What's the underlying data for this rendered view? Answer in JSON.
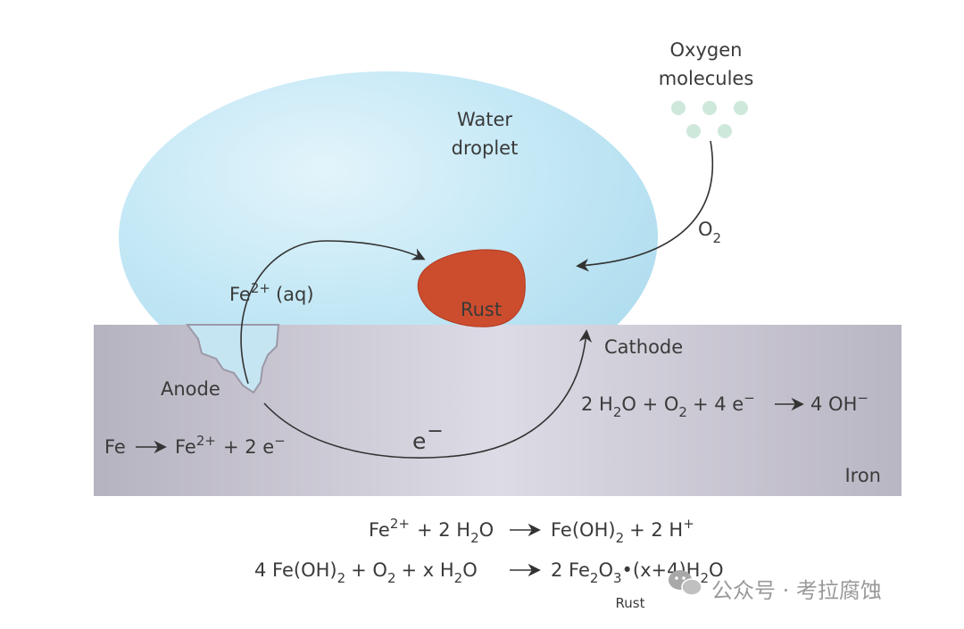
{
  "labels": {
    "oxygen_line1": "Oxygen",
    "oxygen_line2": "molecules",
    "water_line1": "Water",
    "water_line2": "droplet",
    "o2": "O",
    "o2_sub": "2",
    "fe_ion": "Fe",
    "fe_ion_sup": "2+",
    "fe_ion_aq": "(aq)",
    "rust": "Rust",
    "cathode": "Cathode",
    "anode": "Anode",
    "electron": "e",
    "electron_sup": "−",
    "iron": "Iron"
  },
  "equations": {
    "anode": {
      "fe": "Fe",
      "fe2": "Fe",
      "fe2_sup": "2+",
      "rest": "+ 2 e",
      "rest_sup": "−"
    },
    "cathode": {
      "p1": "2 H",
      "p1_sub": "2",
      "p2": "O + O",
      "p2_sub": "2",
      "p3": "+ 4 e",
      "p3_sup": "−",
      "product": "4 OH",
      "product_sup": "−"
    },
    "eq1": {
      "lhs_a": "Fe",
      "lhs_a_sup": "2+",
      "lhs_b": "+ 2 H",
      "lhs_b_sub": "2",
      "lhs_c": "O",
      "rhs_a": "Fe(OH)",
      "rhs_a_sub": "2",
      "rhs_b": "+ 2 H",
      "rhs_b_sup": "+"
    },
    "eq2": {
      "lhs_a": "4 Fe(OH)",
      "lhs_a_sub": "2",
      "lhs_b": "+ O",
      "lhs_b_sub": "2",
      "lhs_c": "+ x H",
      "lhs_c_sub": "2",
      "lhs_d": "O",
      "rhs_a": "2 Fe",
      "rhs_a_sub": "2",
      "rhs_b": "O",
      "rhs_b_sub": "3",
      "rhs_c": "•(x+4)H",
      "rhs_c_sub": "2",
      "rhs_d": "O",
      "rust_note": "Rust"
    }
  },
  "watermark": {
    "text": "公众号 · 考拉腐蚀",
    "icon": "wechat-icon"
  },
  "colors": {
    "water": "#bfe6f3",
    "iron_top": "#b7b3c0",
    "iron_mid": "#dcdae4",
    "rust": "#cc4d2e",
    "rust_edge": "#b23a1e",
    "oxygen": "#cfe8dc",
    "text": "#3a3a3a"
  }
}
